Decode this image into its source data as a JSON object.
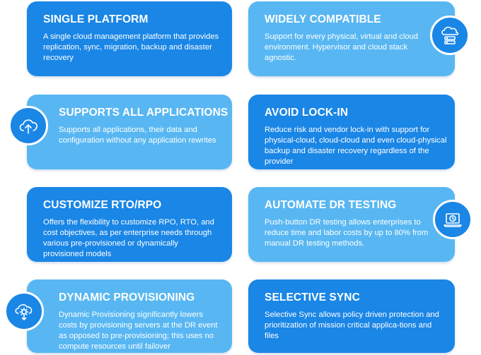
{
  "features": [
    {
      "title": "SINGLE PLATFORM",
      "text": "A single cloud management platform that provides replication, sync, migration, backup and disaster recovery"
    },
    {
      "title": "WIDELY COMPATIBLE",
      "text": "Support for every physical, virtual and  cloud environment. Hypervisor and cloud stack agnostic."
    },
    {
      "title": "SUPPORTS ALL APPLICATIONS",
      "text": "Supports all applications, their data and configuration without any application rewrites"
    },
    {
      "title": "AVOID LOCK-IN",
      "text": "Reduce risk and vendor lock-in with support for physical-cloud, cloud-cloud and even cloud-physical backup and disaster recovery regardless of the provider"
    },
    {
      "title": "CUSTOMIZE RTO/RPO",
      "text": "Offers the flexibility to customize RPO, RTO, and cost objectives, as per enterprise needs through various pre-provisioned or dynamically provisioned models"
    },
    {
      "title": "AUTOMATE DR TESTING",
      "text": "Push-button DR testing allows enterprises to reduce time and labor costs by up to 80% from manual DR testing methods."
    },
    {
      "title": "DYNAMIC PROVISIONING",
      "text": "Dynamic Provisioning significantly lowers costs by provisioning servers at the DR event as opposed to pre-provisioning; this uses no compute resources until failover"
    },
    {
      "title": "SELECTIVE SYNC",
      "text": "Selective Sync allows policy driven protection and prioritization of mission critical applica-tions and files"
    }
  ],
  "icons": [
    "cloud-server-icon",
    "cloud-upload-icon",
    "laptop-clock-icon",
    "cloud-gear-icon"
  ],
  "colors": {
    "dark": "#1a86e6",
    "light": "#58b7f2"
  }
}
